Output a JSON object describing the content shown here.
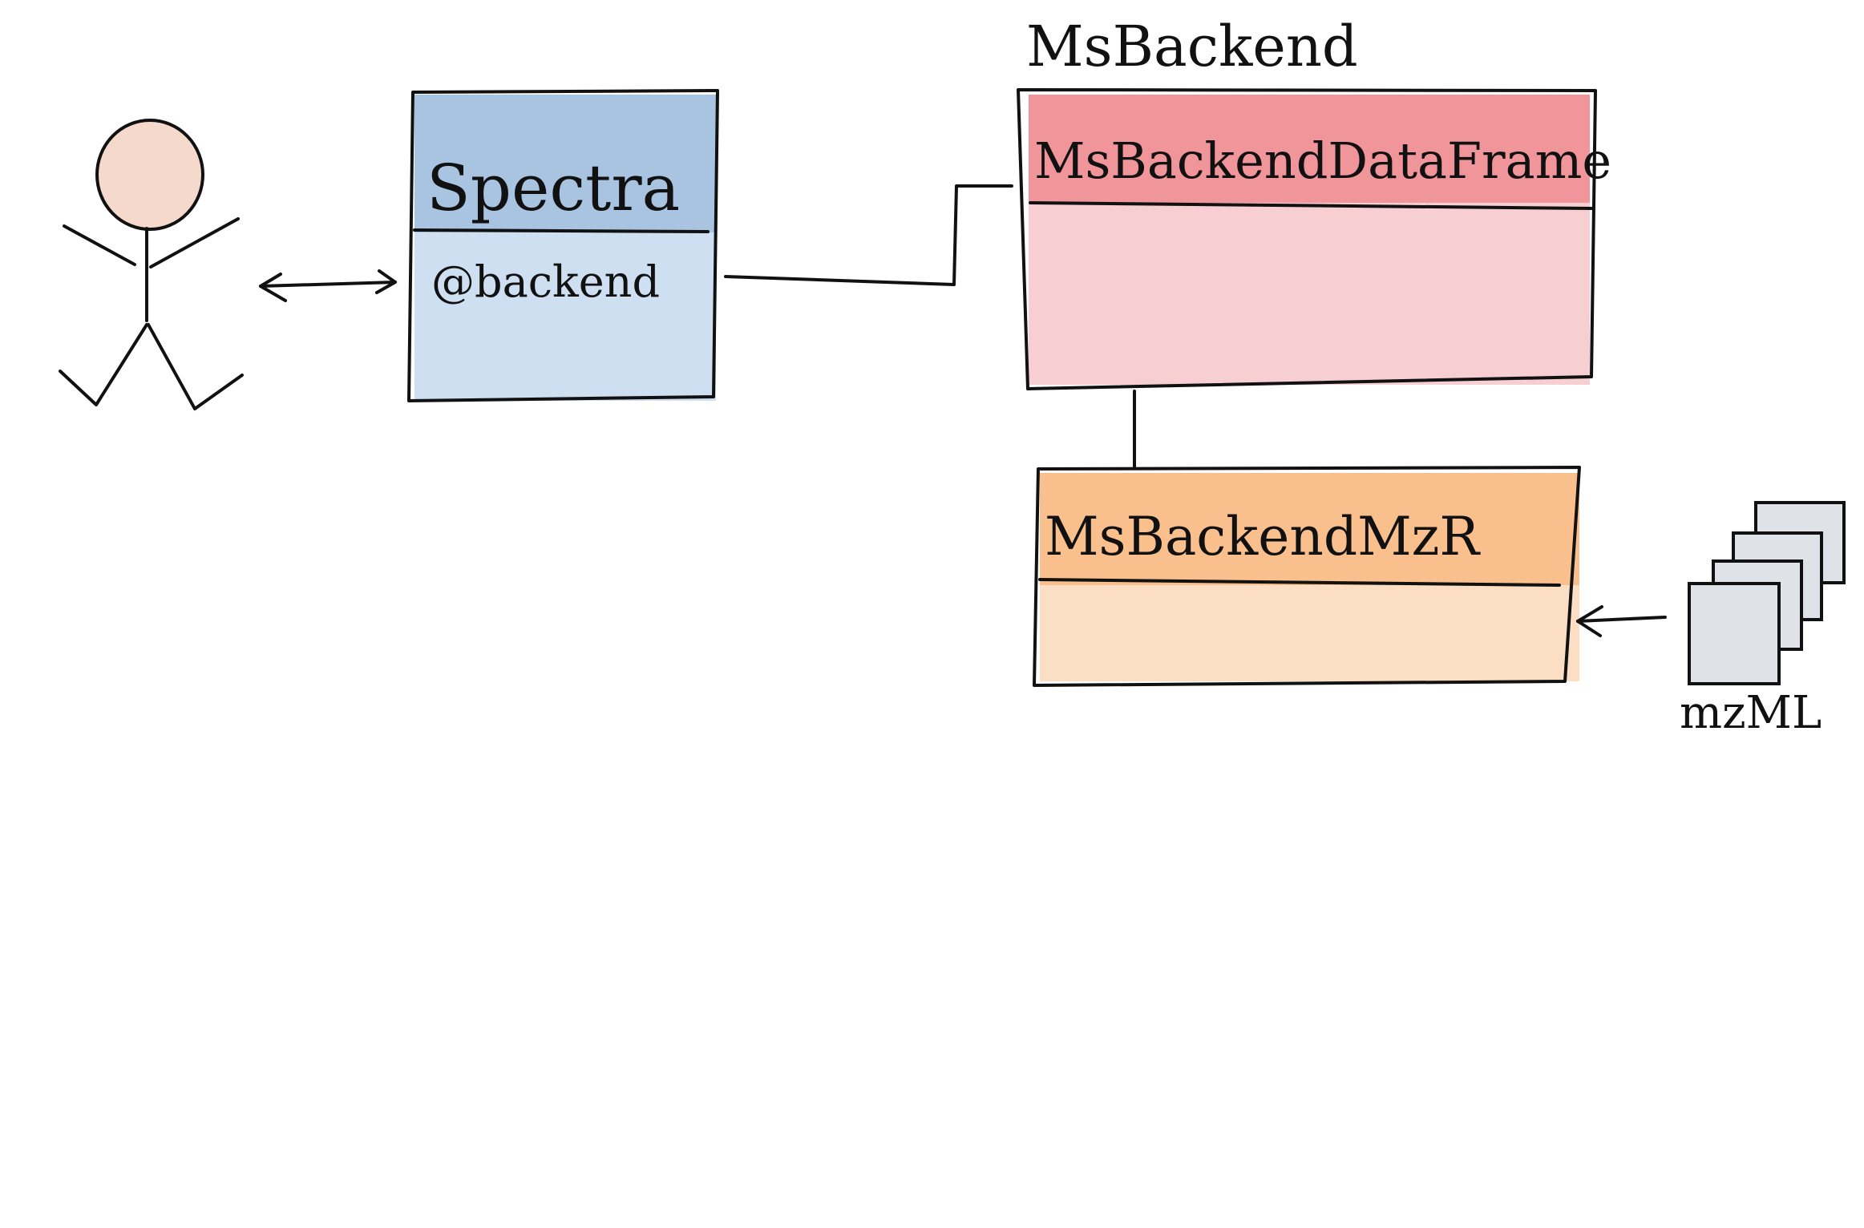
{
  "group_title": "MsBackend",
  "spectra": {
    "title": "Spectra",
    "slot": "@backend"
  },
  "backend_dataframe": {
    "title": "MsBackendDataFrame"
  },
  "backend_mzr": {
    "title": "MsBackendMzR"
  },
  "files": {
    "label": "mzML"
  },
  "colors": {
    "spectra_header": "#a8c4e0",
    "spectra_body": "#cddff0",
    "dataframe_header": "#f0959a",
    "dataframe_body": "#f7cfd2",
    "mzr_header": "#f9c08e",
    "mzr_body": "#fbdec3",
    "face": "#f5d9cc",
    "file": "#dfe3e8",
    "ink": "#111111"
  }
}
